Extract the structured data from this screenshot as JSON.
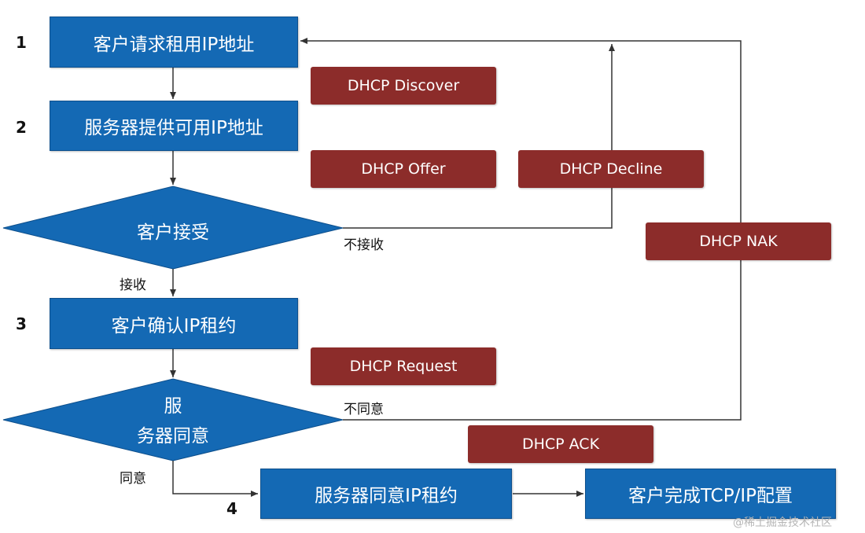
{
  "steps": [
    "1",
    "2",
    "3",
    "4"
  ],
  "boxes": {
    "request_ip": "客户请求租用IP地址",
    "offer_ip": "服务器提供可用IP地址",
    "confirm_lease": "客户确认IP租约",
    "server_agree_lease": "服务器同意IP租约",
    "complete_config": "客户完成TCP/IP配置"
  },
  "decisions": {
    "client_accept": "客户接受",
    "server_agree_line1": "服",
    "server_agree_line2": "务器同意"
  },
  "messages": {
    "discover": "DHCP Discover",
    "offer": "DHCP Offer",
    "decline": "DHCP Decline",
    "nak": "DHCP NAK",
    "request": "DHCP Request",
    "ack": "DHCP ACK"
  },
  "edge_labels": {
    "not_accept": "不接收",
    "accept": "接收",
    "disagree": "不同意",
    "agree": "同意"
  },
  "watermark": "@稀土掘金技术社区",
  "colors": {
    "box_blue": "#1469b4",
    "tag_red": "#8c2c2a",
    "line": "#333333"
  }
}
